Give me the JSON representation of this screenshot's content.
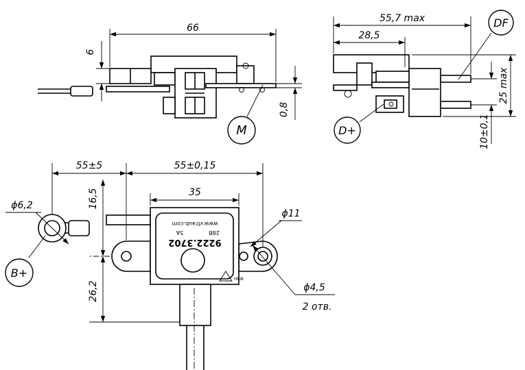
{
  "top_left_view": {
    "dim_width": "66",
    "dim_height": "6",
    "dim_thickness": "0,8",
    "callout_m": "M"
  },
  "top_right_view": {
    "dim_max_length": "55,7 max",
    "dim_offset": "28,5",
    "dim_max_height": "25 max",
    "dim_spacing": "10±0,1",
    "callout_df": "DF",
    "callout_dplus": "D+"
  },
  "bottom_view": {
    "dim_lead_length": "55±5",
    "dim_mount_spacing": "55±0,15",
    "dim_body_width": "35",
    "dim_upper_offset": "16,5",
    "dim_lower_offset": "26,2",
    "dim_ring_diameter": "ϕ6,2",
    "dim_boss_diameter": "ϕ11",
    "dim_hole_diameter": "ϕ4,5",
    "dim_hole_count": "2 отв.",
    "callout_bplus": "B+",
    "plate_part_number": "9222.3702",
    "plate_voltage": "28B",
    "plate_current": "5A",
    "plate_site": "www.vtraub.com",
    "plate_mark": "НВФ"
  }
}
